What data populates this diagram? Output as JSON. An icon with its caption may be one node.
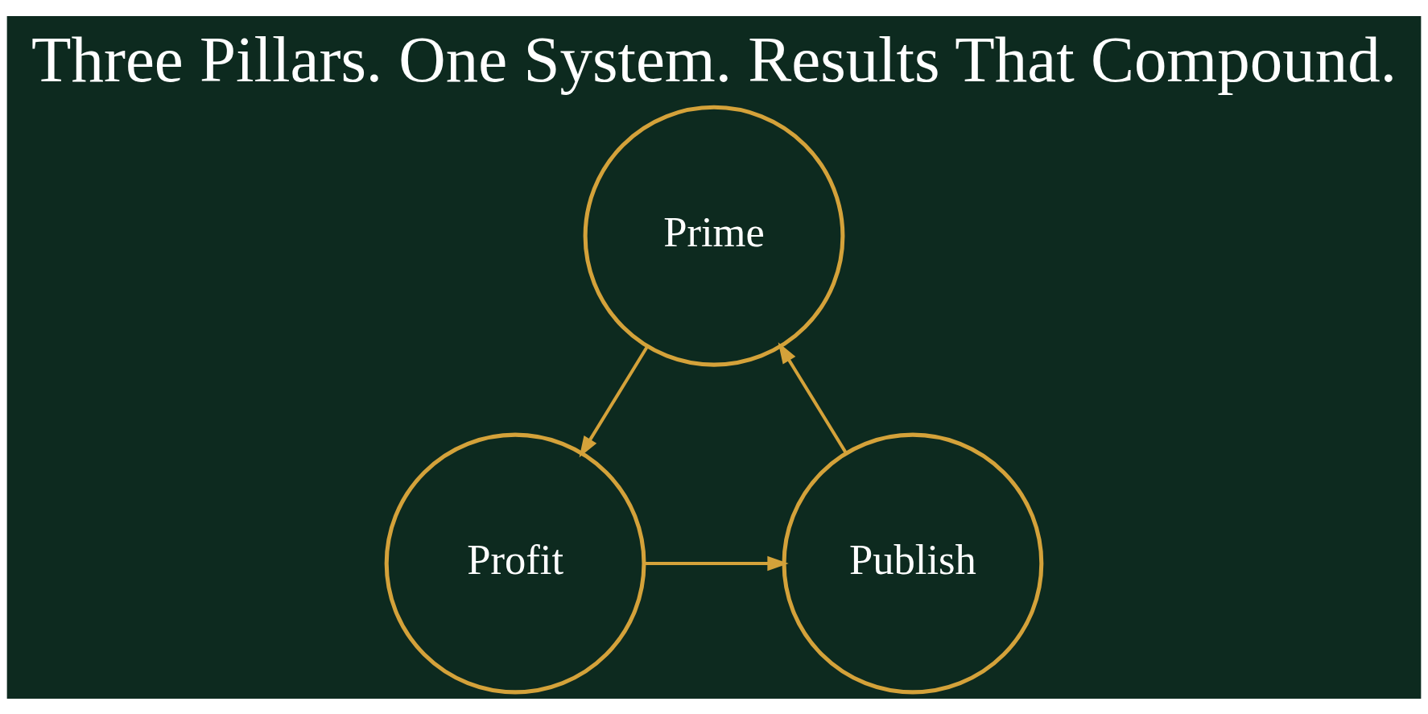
{
  "diagram": {
    "title": "Three Pillars. One System. Results That Compound.",
    "nodes": [
      {
        "text": [
          "Prime"
        ]
      },
      {
        "text": [
          "Profit"
        ]
      },
      {
        "text": [
          "Publish"
        ]
      }
    ],
    "edges": [
      {
        "from": 0,
        "to": 1,
        "arrow": "to"
      },
      {
        "from": 1,
        "to": 2,
        "arrow": "to"
      },
      {
        "from": 2,
        "to": 0,
        "arrow": "to"
      }
    ]
  }
}
